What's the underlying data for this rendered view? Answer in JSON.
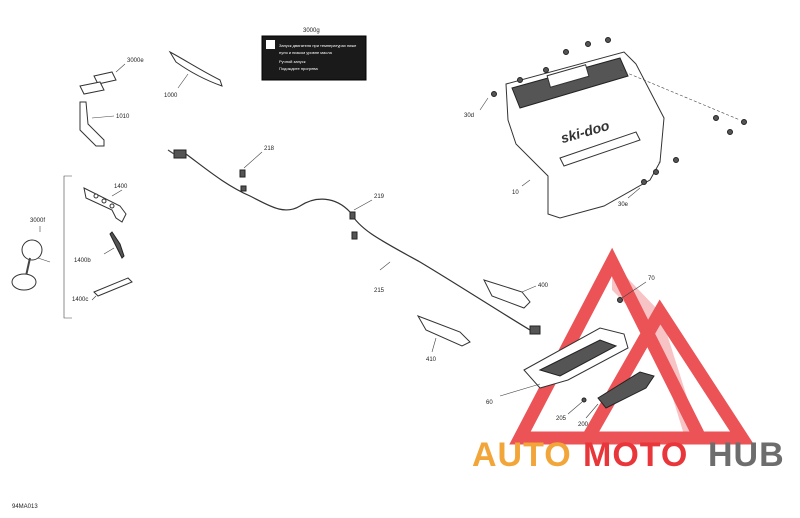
{
  "diagram_code": "94MA013",
  "warning_label": {
    "part_number": "3000g",
    "line1": "Запуск двигателя при температурах ниже",
    "line2": "нуля и низком уровне масла",
    "line3": "Ручной запуск",
    "line4": "Подождите прогрева"
  },
  "brand_logo": "ski-doo",
  "callouts": {
    "c3000e": "3000e",
    "c1000": "1000",
    "c1010": "1010",
    "c1400": "1400",
    "c1400b": "1400b",
    "c1400c": "1400c",
    "c3000f": "3000f",
    "c218": "218",
    "c219": "219",
    "c215": "215",
    "c30d": "30d",
    "c10": "10",
    "c30e": "30e",
    "c400": "400",
    "c410": "410",
    "c70": "70",
    "c60": "60",
    "c205": "205",
    "c200": "200"
  },
  "watermark": {
    "part1": "AUTO",
    "part2": "MOTO",
    "part3": "HUB",
    "color_orange": "#f2a63a",
    "color_red": "#e8363a",
    "color_gray": "#6d6d6d"
  }
}
